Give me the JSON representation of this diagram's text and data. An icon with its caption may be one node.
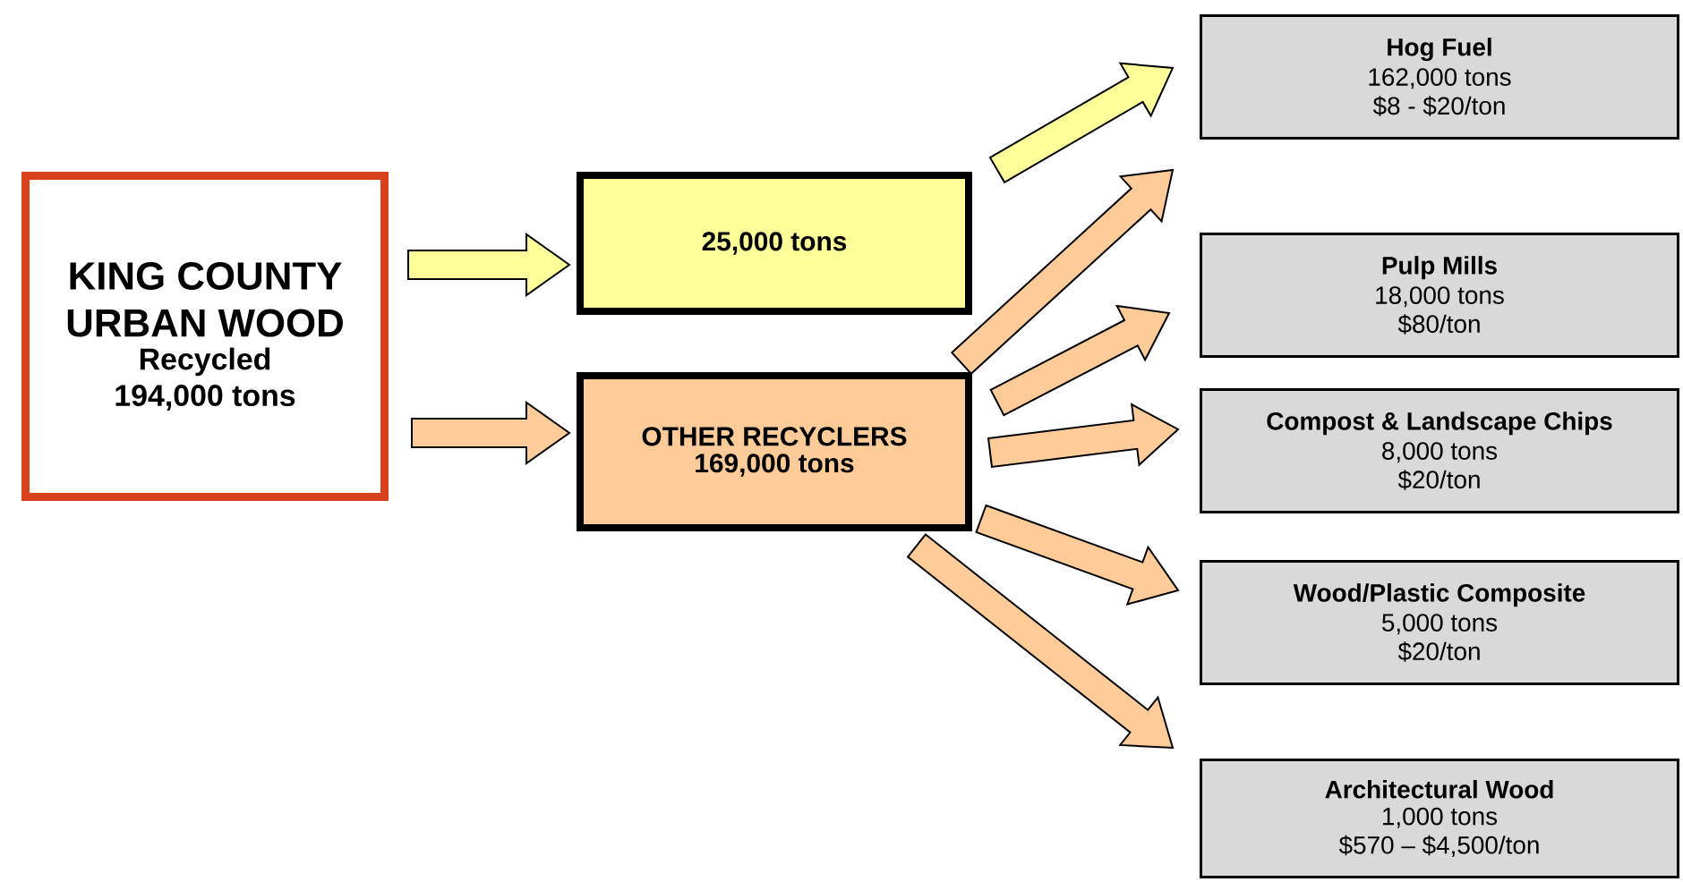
{
  "diagram": {
    "nodes": [
      {
        "text": [
          "KING COUNTY URBAN WOOD",
          "Recycled 194,000 tons"
        ]
      },
      {
        "text": [
          "25,000 tons"
        ]
      },
      {
        "text": [
          "OTHER RECYCLERS",
          "169,000 tons"
        ]
      },
      {
        "text": [
          "Hog Fuel",
          "162,000 tons",
          "$8 - $20/ton"
        ]
      },
      {
        "text": [
          "Pulp Mills",
          "18,000 tons",
          "$80/ton"
        ]
      },
      {
        "text": [
          "Compost & Landscape Chips",
          "8,000 tons",
          "$20/ton"
        ]
      },
      {
        "text": [
          "Wood/Plastic Composite",
          "5,000 tons",
          "$20/ton"
        ]
      },
      {
        "text": [
          "Architectural Wood",
          "1,000 tons",
          "$570 – $4,500/ton"
        ]
      }
    ],
    "edges": [
      {
        "from": 0,
        "to": 1,
        "arrow": "to",
        "color": "#ffff99"
      },
      {
        "from": 0,
        "to": 2,
        "arrow": "to"
      },
      {
        "from": 1,
        "to": 3,
        "arrow": "to",
        "color": "#ffff99"
      },
      {
        "from": 2,
        "to": 3,
        "arrow": "to"
      },
      {
        "from": 2,
        "to": 4,
        "arrow": "to"
      },
      {
        "from": 2,
        "to": 5,
        "arrow": "to"
      },
      {
        "from": 2,
        "to": 6,
        "arrow": "to"
      },
      {
        "from": 2,
        "to": 7,
        "arrow": "to"
      }
    ]
  }
}
